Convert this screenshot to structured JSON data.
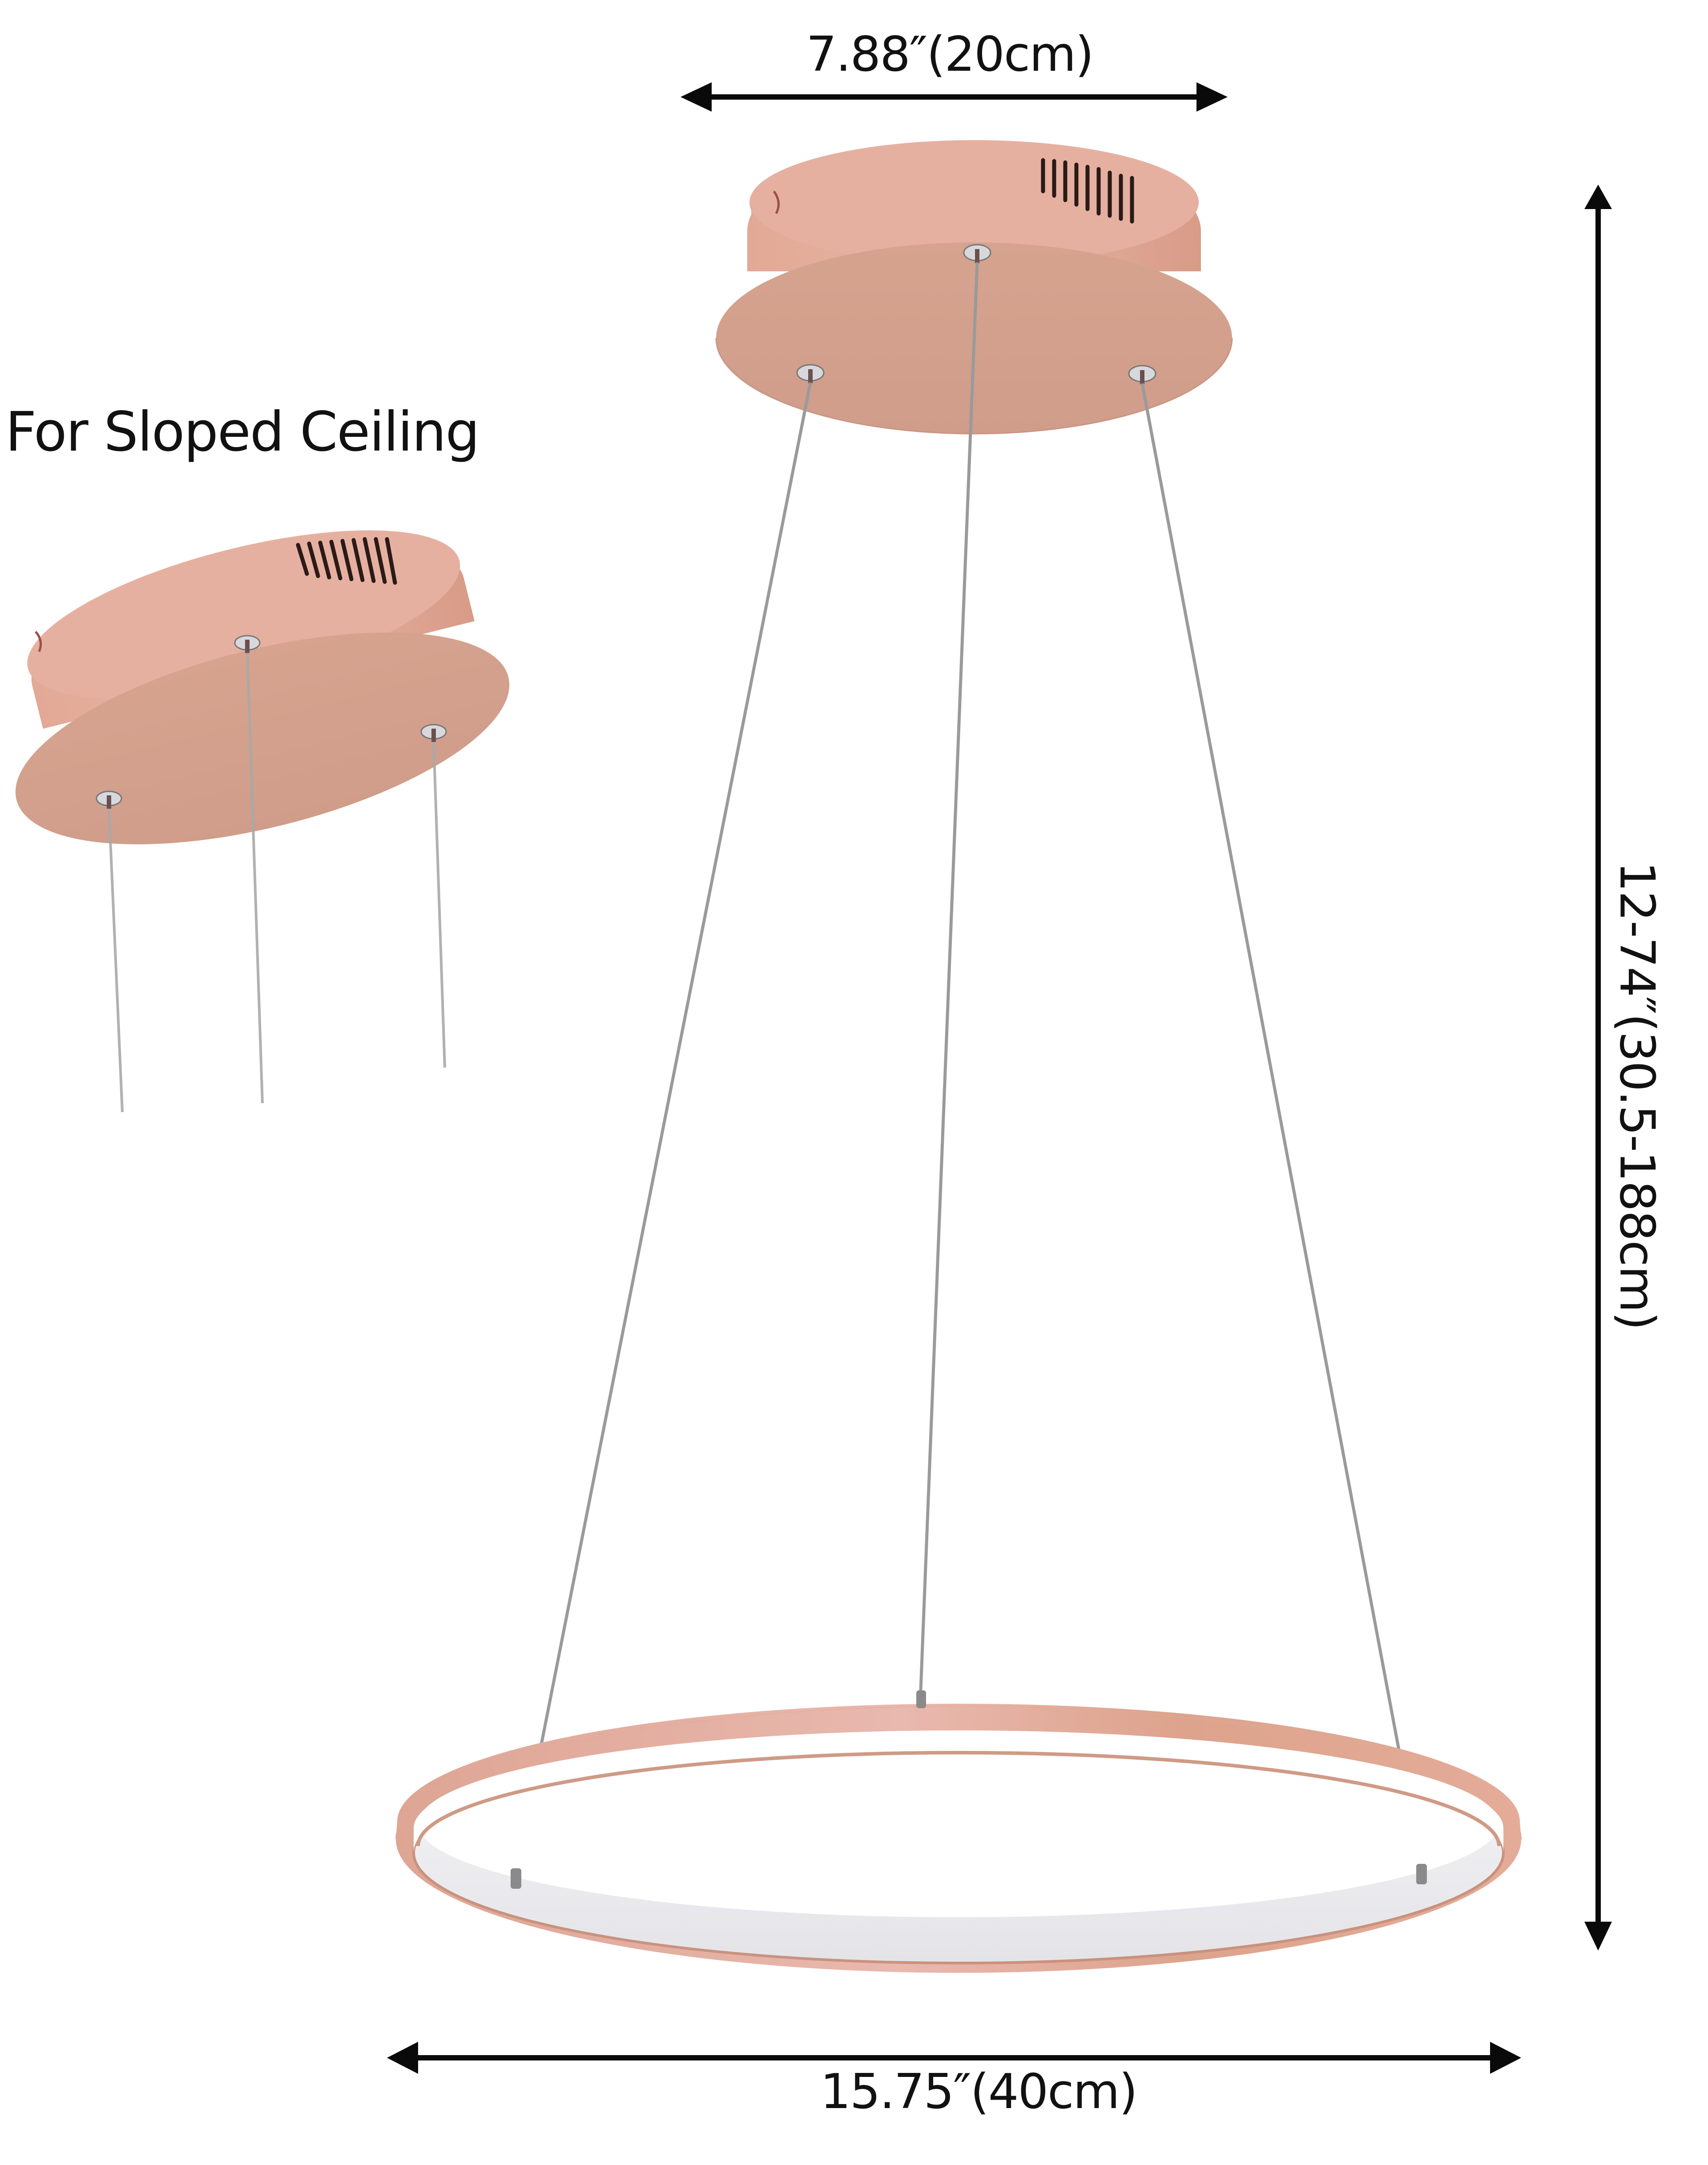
{
  "diagram": {
    "subject": "Pink LED ring pendant light dimension diagram",
    "dimensions": {
      "canopy_width": "7.88″(20cm)",
      "ring_diameter": "15.75″(40cm)",
      "adjustable_height": "12-74″(30.5-188cm)"
    },
    "inset_label": "For Sloped Ceiling",
    "colors": {
      "fixture_pink": "#d9a08c",
      "fixture_pink_light": "#e6b4a4",
      "fixture_pink_dark": "#c98f7c",
      "diffuser_white": "#eeeef0",
      "wire_grey": "#9a9a9a",
      "arrow_black": "#0a0a0a",
      "text": "#111111",
      "background": "#ffffff"
    }
  }
}
